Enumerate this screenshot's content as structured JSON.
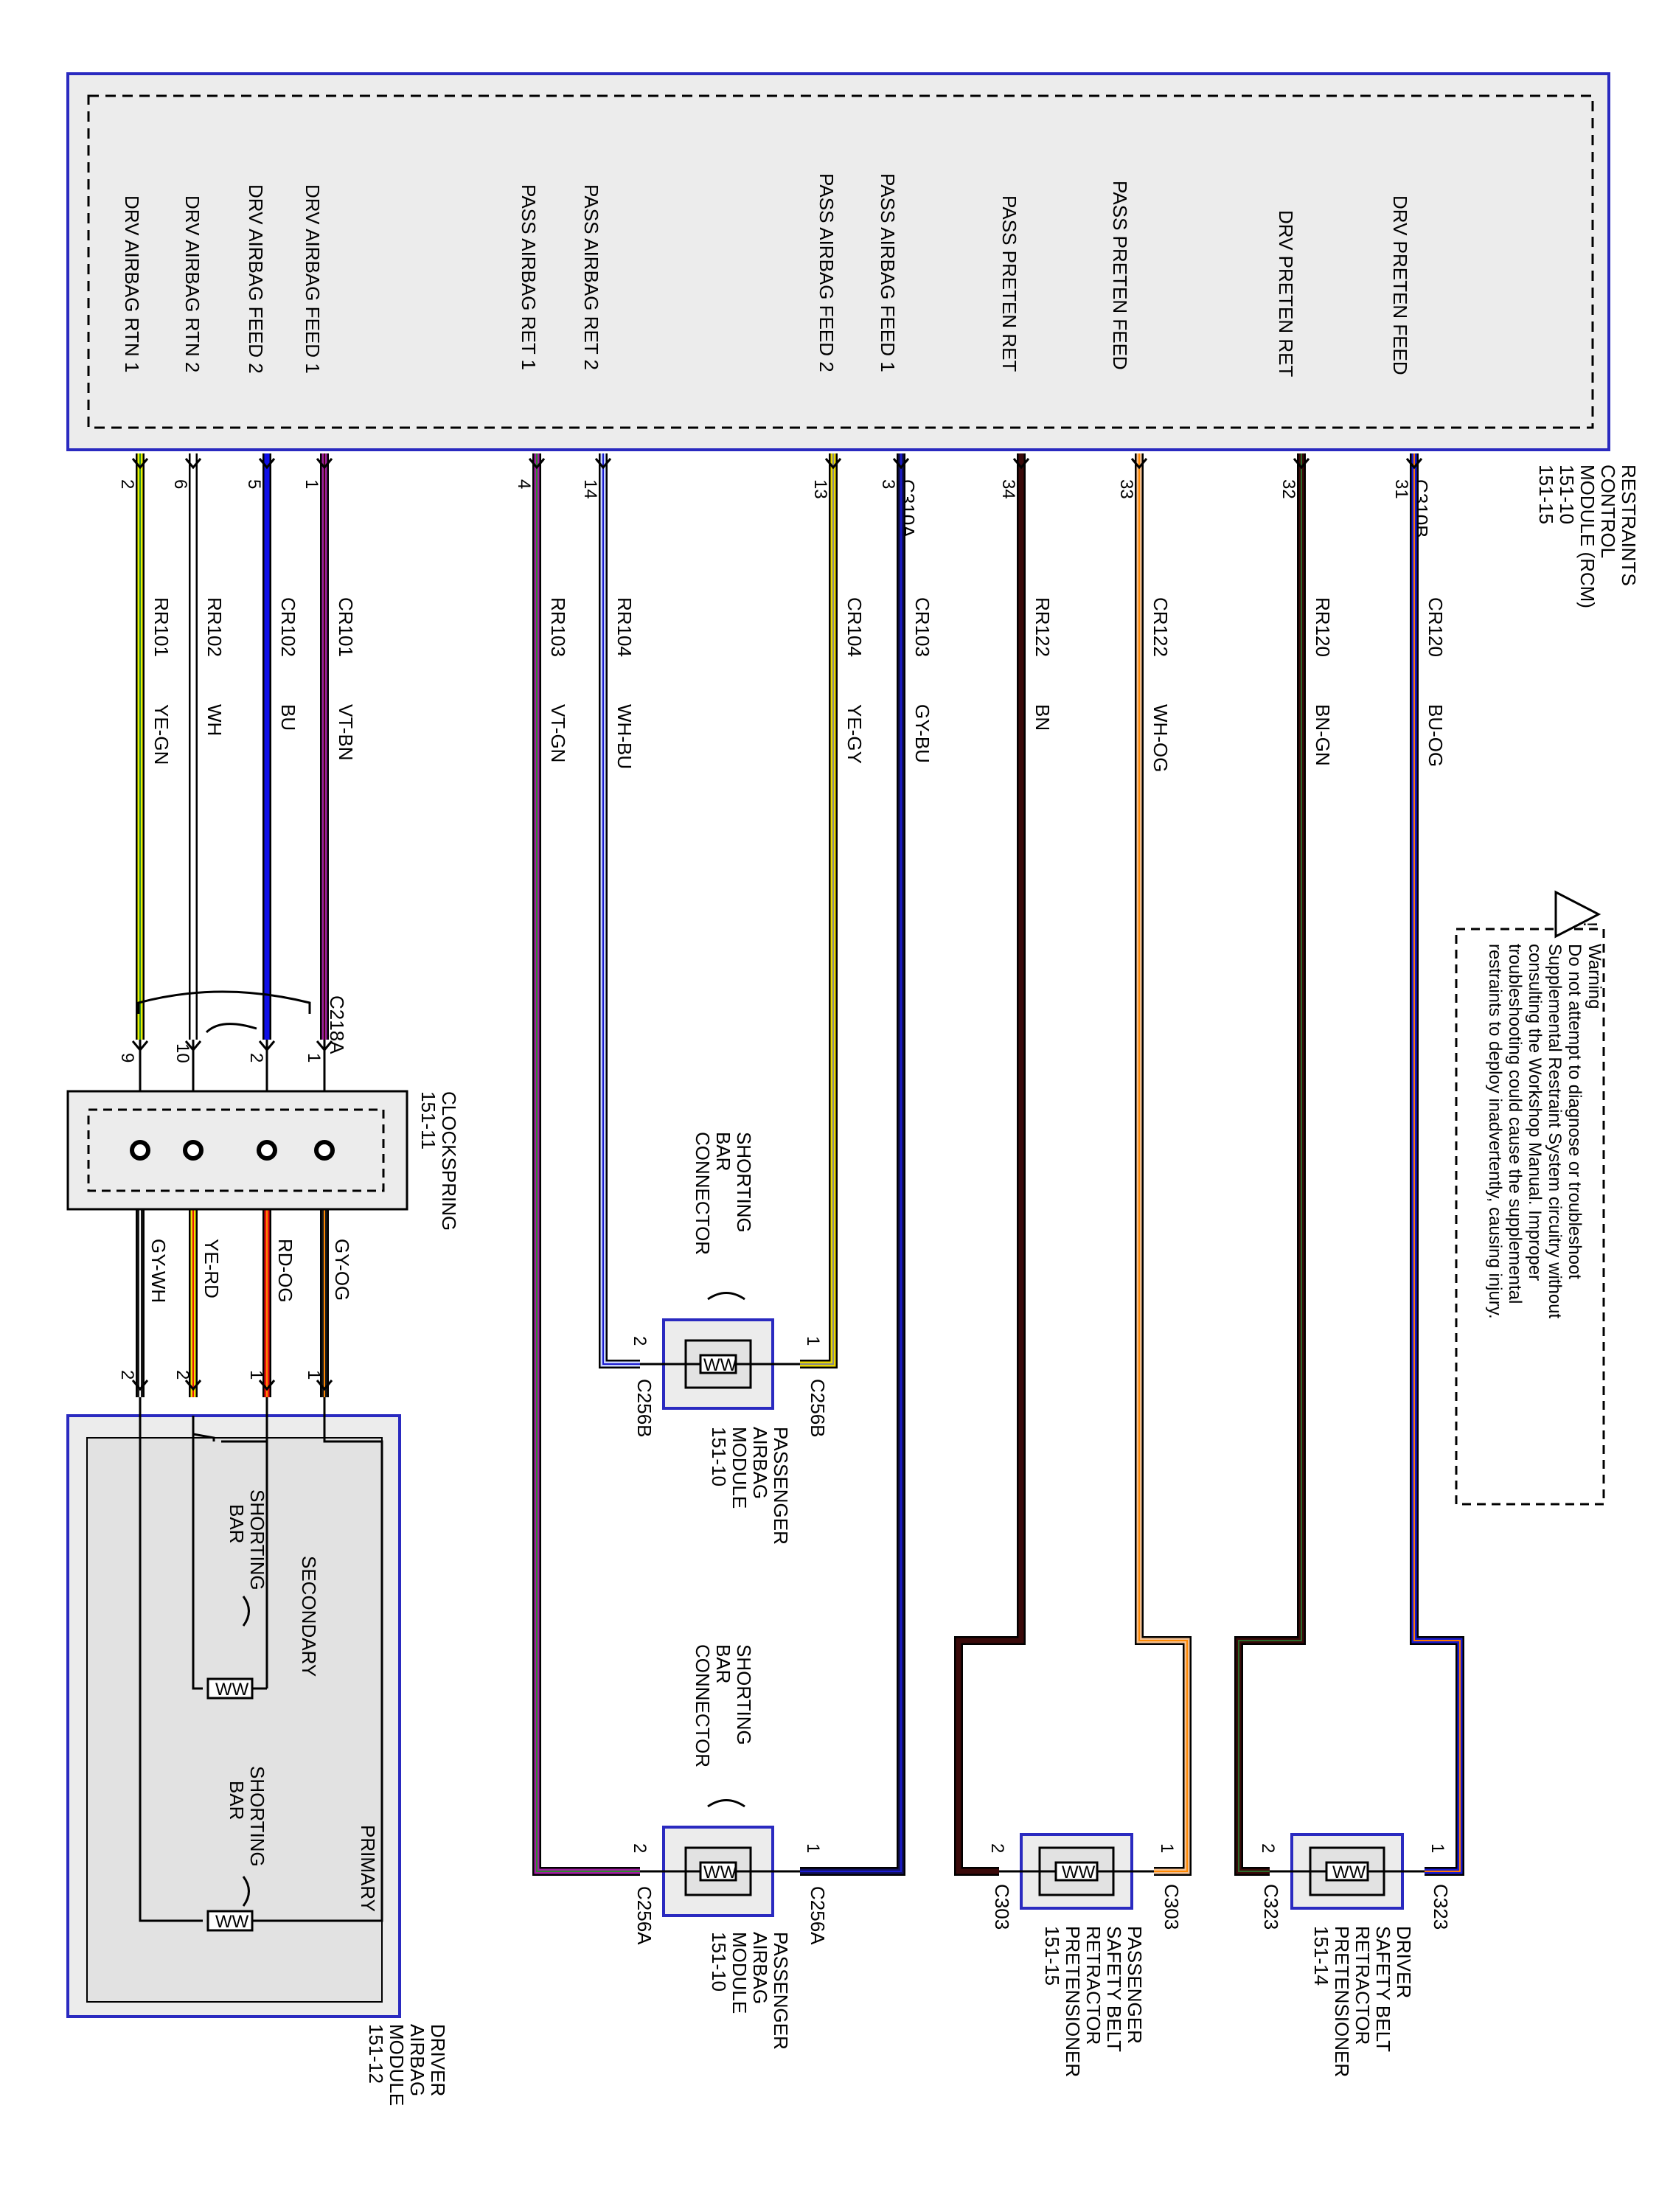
{
  "rcm": {
    "title": [
      "RESTRAINTS",
      "CONTROL",
      "MODULE (RCM)",
      "151-10",
      "151-15"
    ],
    "pin_labels": {
      "drv_preten_feed": "DRV PRETEN FEED",
      "drv_preten_ret": "DRV PRETEN RET",
      "pass_preten_feed": "PASS PRETEN FEED",
      "pass_preten_ret": "PASS PRETEN RET",
      "pass_airbag_feed_1": "PASS AIRBAG FEED 1",
      "pass_airbag_feed_2": "PASS AIRBAG FEED 2",
      "pass_airbag_ret_2": "PASS AIRBAG RET 2",
      "pass_airbag_ret_1": "PASS AIRBAG RET 1",
      "drv_airbag_feed_1": "DRV AIRBAG FEED 1",
      "drv_airbag_feed_2": "DRV AIRBAG FEED 2",
      "drv_airbag_rtn_2": "DRV AIRBAG RTN 2",
      "drv_airbag_rtn_1": "DRV AIRBAG RTN 1"
    },
    "connector_b": "C310B",
    "connector_a": "C310A"
  },
  "warning": {
    "lines": [
      "Warning",
      "Do not attempt to diagnose or troubleshoot",
      "Supplemental Restraint System circuitry without",
      "consulting the Workshop Manual. Improper",
      "troubleshooting could cause the supplemental",
      "restraints to deploy inadvertently, causing injury."
    ],
    "icon_glyph": "!"
  },
  "wires": [
    {
      "pin": "31",
      "circuit": "CR120",
      "color": "BU-OG",
      "stroke": "#1a1ad0",
      "stripe": "#ff7a00"
    },
    {
      "pin": "32",
      "circuit": "RR120",
      "color": "BN-GN",
      "stroke": "#3a0a0a",
      "stripe": "#2a6a2a"
    },
    {
      "pin": "33",
      "circuit": "CR122",
      "color": "WH-OG",
      "stroke": "#f4c090",
      "stripe": "#ff8800"
    },
    {
      "pin": "34",
      "circuit": "RR122",
      "color": "BN",
      "stroke": "#3a0a0a",
      "stripe": ""
    },
    {
      "pin": "3",
      "circuit": "CR103",
      "color": "GY-BU",
      "stroke": "#101060",
      "stripe": "#1a1ad0"
    },
    {
      "pin": "13",
      "circuit": "CR104",
      "color": "YE-GY",
      "stroke": "#e8d800",
      "stripe": "#888888"
    },
    {
      "pin": "14",
      "circuit": "RR104",
      "color": "WH-BU",
      "stroke": "#c8d4ff",
      "stripe": "#1a1ad0"
    },
    {
      "pin": "4",
      "circuit": "RR103",
      "color": "VT-GN",
      "stroke": "#a020a0",
      "stripe": "#2a8a2a"
    },
    {
      "pin": "1",
      "circuit": "CR101",
      "color": "VT-BN",
      "stroke": "#a020a0",
      "stripe": "#3a0a0a"
    },
    {
      "pin": "5",
      "circuit": "CR102",
      "color": "BU",
      "stroke": "#1010e8",
      "stripe": ""
    },
    {
      "pin": "6",
      "circuit": "RR102",
      "color": "WH",
      "stroke": "#ffffff",
      "stripe": ""
    },
    {
      "pin": "2",
      "circuit": "RR101",
      "color": "YE-GN",
      "stroke": "#e8f000",
      "stripe": "#2a8a2a"
    }
  ],
  "clockspring": {
    "name": "CLOCKSPRING",
    "ref": "151-11",
    "connector": "C218A",
    "pins_left": [
      "1",
      "2",
      "10",
      "9"
    ],
    "out_colors": [
      "GY-OG",
      "RD-OG",
      "YE-RD",
      "GY-WH"
    ],
    "out_pins": [
      "1",
      "1",
      "2",
      "2"
    ]
  },
  "driver_airbag": {
    "name": [
      "DRIVER",
      "AIRBAG",
      "MODULE",
      "151-12"
    ],
    "secondary": "SECONDARY",
    "primary": "PRIMARY",
    "shorting_bar": [
      "SHORTING",
      "BAR"
    ]
  },
  "pass_airbag": {
    "name": [
      "PASSENGER",
      "AIRBAG",
      "MODULE",
      "151-10"
    ],
    "shorting_bar_connector": [
      "SHORTING",
      "BAR",
      "CONNECTOR"
    ],
    "connector_b": "C256B",
    "connector_a": "C256A",
    "pin1": "1",
    "pin2": "2"
  },
  "pass_pretensioner": {
    "name": [
      "PASSENGER",
      "SAFETY BELT",
      "RETRACTOR",
      "PRETENSIONER",
      "151-15"
    ],
    "connector": "C303",
    "pin1": "1",
    "pin2": "2"
  },
  "drv_pretensioner": {
    "name": [
      "DRIVER",
      "SAFETY BELT",
      "RETRACTOR",
      "PRETENSIONER",
      "151-14"
    ],
    "connector": "C323",
    "pin1": "1",
    "pin2": "2"
  },
  "resistor_glyph": "WW"
}
